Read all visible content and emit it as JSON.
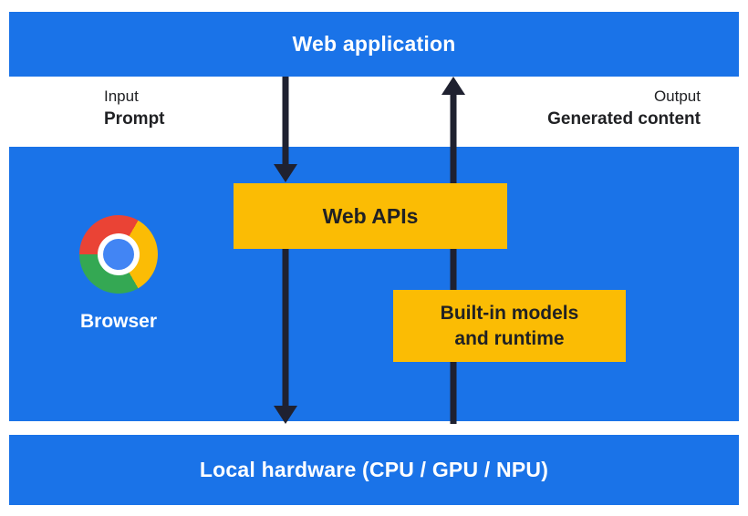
{
  "colors": {
    "blue": "#1A73E8",
    "yellow": "#FBBC04",
    "arrow_dark": "#1F2130",
    "text_dark": "#202124",
    "chrome_red": "#EA4335",
    "chrome_yellow": "#FBBC05",
    "chrome_green": "#34A853",
    "chrome_blue": "#4285F4",
    "white": "#FFFFFF"
  },
  "layers": {
    "web_application": {
      "label": "Web application"
    },
    "io": {
      "input": {
        "title": "Input",
        "value": "Prompt"
      },
      "output": {
        "title": "Output",
        "value": "Generated content"
      }
    },
    "browser": {
      "label": "Browser",
      "web_apis": {
        "label": "Web APIs"
      },
      "models": {
        "line1": "Built-in models",
        "line2": "and runtime"
      }
    },
    "hardware": {
      "label": "Local hardware (CPU / GPU / NPU)"
    }
  }
}
